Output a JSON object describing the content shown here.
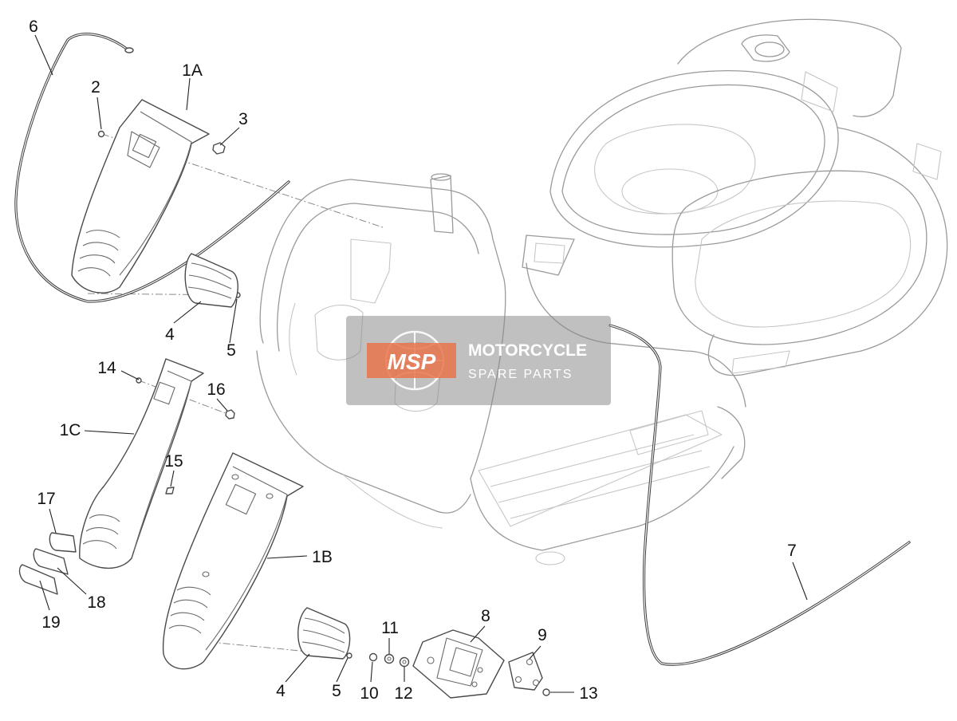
{
  "labels": {
    "l6": "6",
    "l2": "2",
    "l1a": "1A",
    "l3": "3",
    "l4a": "4",
    "l5a": "5",
    "l14": "14",
    "l16": "16",
    "l1c": "1C",
    "l15": "15",
    "l17": "17",
    "l18": "18",
    "l19": "19",
    "l1b": "1B",
    "l4b": "4",
    "l5b": "5",
    "l10": "10",
    "l11": "11",
    "l12": "12",
    "l8": "8",
    "l9": "9",
    "l13": "13",
    "l7": "7"
  },
  "watermark": {
    "badge": "MSP",
    "line1": "MOTORCYCLE",
    "line2": "SPARE PARTS"
  },
  "colors": {
    "outline": "#9a9a9a",
    "part_stroke": "#4a4a4a",
    "watermark_badge": "#e8734a"
  }
}
